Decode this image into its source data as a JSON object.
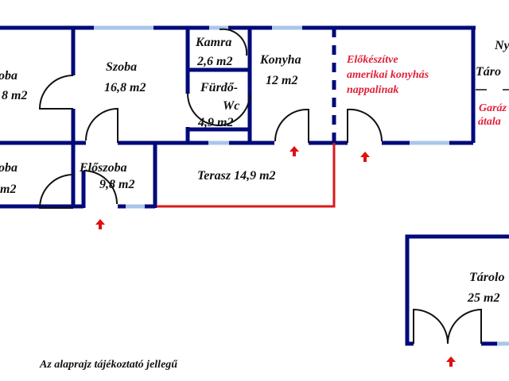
{
  "colors": {
    "wall": "#000a7a",
    "window": "#a9c6ea",
    "terrace_outline": "#d81a1a",
    "note": "#e0203a",
    "entrance_arrow": "#e01010"
  },
  "rooms": {
    "left_top": {
      "name": "oba",
      "area": "8 m2"
    },
    "szoba": {
      "name": "Szoba",
      "area": "16,8 m2"
    },
    "kamra": {
      "name": "Kamra",
      "area": "2,6 m2"
    },
    "furdo": {
      "name_line1": "Fürdő-",
      "name_line2": "Wc",
      "area": "4,9 m2"
    },
    "konyha": {
      "name": "Konyha",
      "area": "12 m2"
    },
    "nappali_note": [
      "Előkészítve",
      "amerikai konyhás",
      "nappalinak"
    ],
    "right_top": {
      "name_line1": "Ny",
      "name_line2": "Táro"
    },
    "garage_note": [
      "Garáz",
      "átala"
    ],
    "left_bottom": {
      "name": "oba",
      "area": "m2"
    },
    "eloszoba": {
      "name": "Előszoba",
      "area": "9,8 m2"
    },
    "terasz": {
      "label": "Terasz 14,9 m2"
    },
    "tarolo": {
      "name": "Tárolo",
      "area": "25 m2"
    }
  },
  "caption": "Az alaprajz tájékoztató jellegű",
  "icons": [
    "entrance-arrow-icon"
  ]
}
